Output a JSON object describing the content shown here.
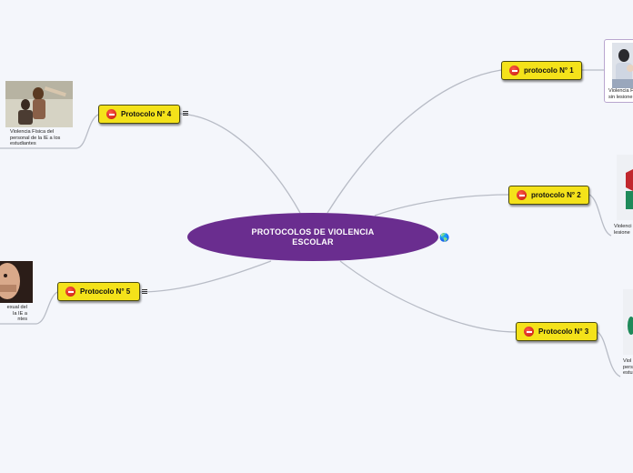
{
  "center": {
    "title": "PROTOCOLOS DE VIOLENCIA ESCOLAR"
  },
  "colors": {
    "center": "#6a2d8f",
    "node": "#f4e21a",
    "link": "#b8bcc6",
    "stop_icon": "#d62a1e"
  },
  "icons": {
    "center_link": "globe-icon",
    "node_marker": "stop-icon",
    "notes": "notes-icon"
  },
  "nodes": [
    {
      "label": "protocolo N° 1",
      "caption": "Violencia F\nsin lesione"
    },
    {
      "label": "protocolo N° 2",
      "caption": "Violenci\nlesione"
    },
    {
      "label": "Protocolo N° 3",
      "caption": "Viol\npers\nestu"
    },
    {
      "label": "Protocolo N° 4",
      "caption": "Violencia Física del\npersonal de la IE a los\nestudiantes"
    },
    {
      "label": "Protocolo N° 5",
      "caption": "exual del\nla IE a\nntes"
    }
  ]
}
